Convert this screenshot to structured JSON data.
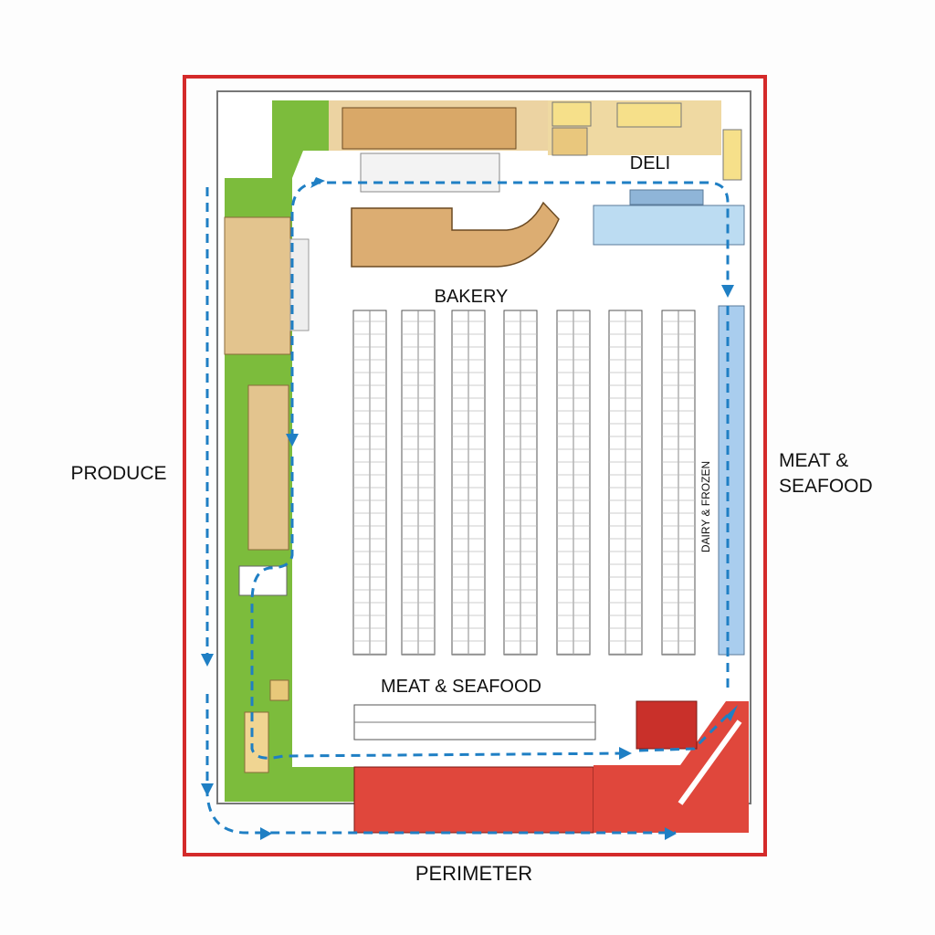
{
  "labels": {
    "produce": "PRODUCE",
    "deli": "DELI",
    "bakery": "BAKERY",
    "meat_seafood_side_line1": "MEAT &",
    "meat_seafood_side_line2": "SEAFOOD",
    "meat_seafood_center": "MEAT & SEAFOOD",
    "dairy_frozen": "DAIRY & FROZEN",
    "perimeter": "PERIMETER"
  },
  "colors": {
    "perimeter_border": "#d42a2a",
    "produce": "#7cbc3c",
    "bakery": "#e3bf86",
    "bakery_fixture": "#d9a868",
    "deli": "#f3d98f",
    "deli_counter": "#bcdcf2",
    "dairy": "#a9cdee",
    "meat": "#e0473c",
    "path": "#1f7fc4"
  }
}
